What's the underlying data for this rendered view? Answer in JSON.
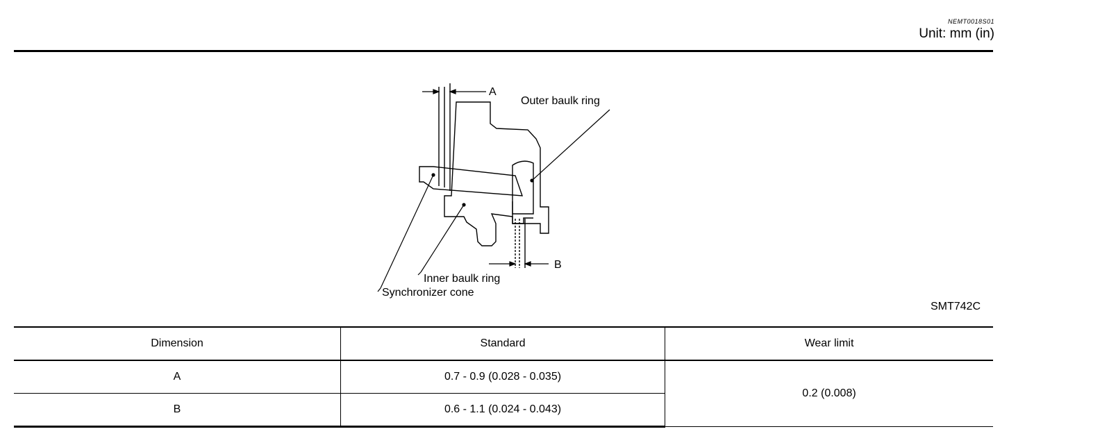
{
  "header": {
    "doc_code": "NEMT0018S01",
    "unit": "Unit: mm (in)"
  },
  "figure": {
    "label_a": "A",
    "label_b": "B",
    "outer_ring": "Outer baulk ring",
    "inner_ring": "Inner baulk ring",
    "sync_cone": "Synchronizer cone",
    "figure_id": "SMT742C"
  },
  "table": {
    "headers": [
      "Dimension",
      "Standard",
      "Wear limit"
    ],
    "rows": [
      {
        "dimension": "A",
        "standard": "0.7 - 0.9 (0.028 - 0.035)"
      },
      {
        "dimension": "B",
        "standard": "0.6 - 1.1 (0.024 - 0.043)"
      }
    ],
    "wear_limit": "0.2 (0.008)"
  }
}
